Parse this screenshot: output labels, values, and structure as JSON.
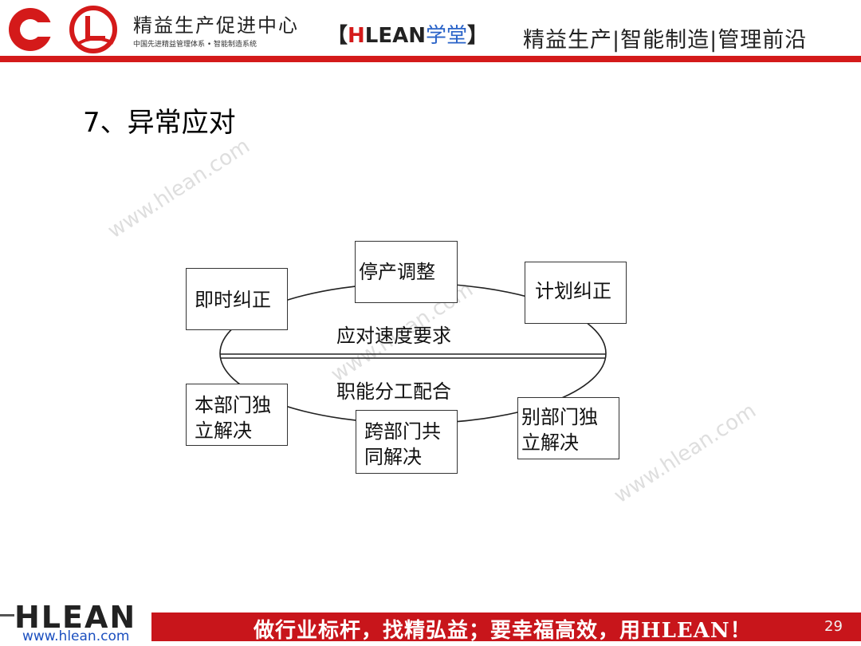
{
  "header": {
    "org_name": "精益生产促进中心",
    "org_tagline": "中国先进精益管理体系 • 智能制造系统",
    "brand_prefix": "【",
    "brand_h": "H",
    "brand_lean": "LEAN",
    "brand_school": "学堂",
    "brand_suffix": "】",
    "slogan": "精益生产|智能制造|管理前沿"
  },
  "slide": {
    "title": "7、异常应对"
  },
  "diagram": {
    "nodes": {
      "immediate": "即时纠正",
      "stop": "停产调整",
      "plan": "计划纠正",
      "self_dept": [
        "本部门独",
        "立解决"
      ],
      "cross_dept": [
        "跨部门共",
        "同解决"
      ],
      "other_dept": [
        "别部门独",
        "立解决"
      ]
    },
    "ellipse_top_label": "应对速度要求",
    "ellipse_bottom_label": "职能分工配合"
  },
  "watermark": "www.hlean.com",
  "footer": {
    "logo": "HLEAN",
    "url": "www.hlean.com",
    "slogan": "做行业标杆，找精弘益；要幸福高效，用HLEAN！",
    "page_number": "29"
  }
}
